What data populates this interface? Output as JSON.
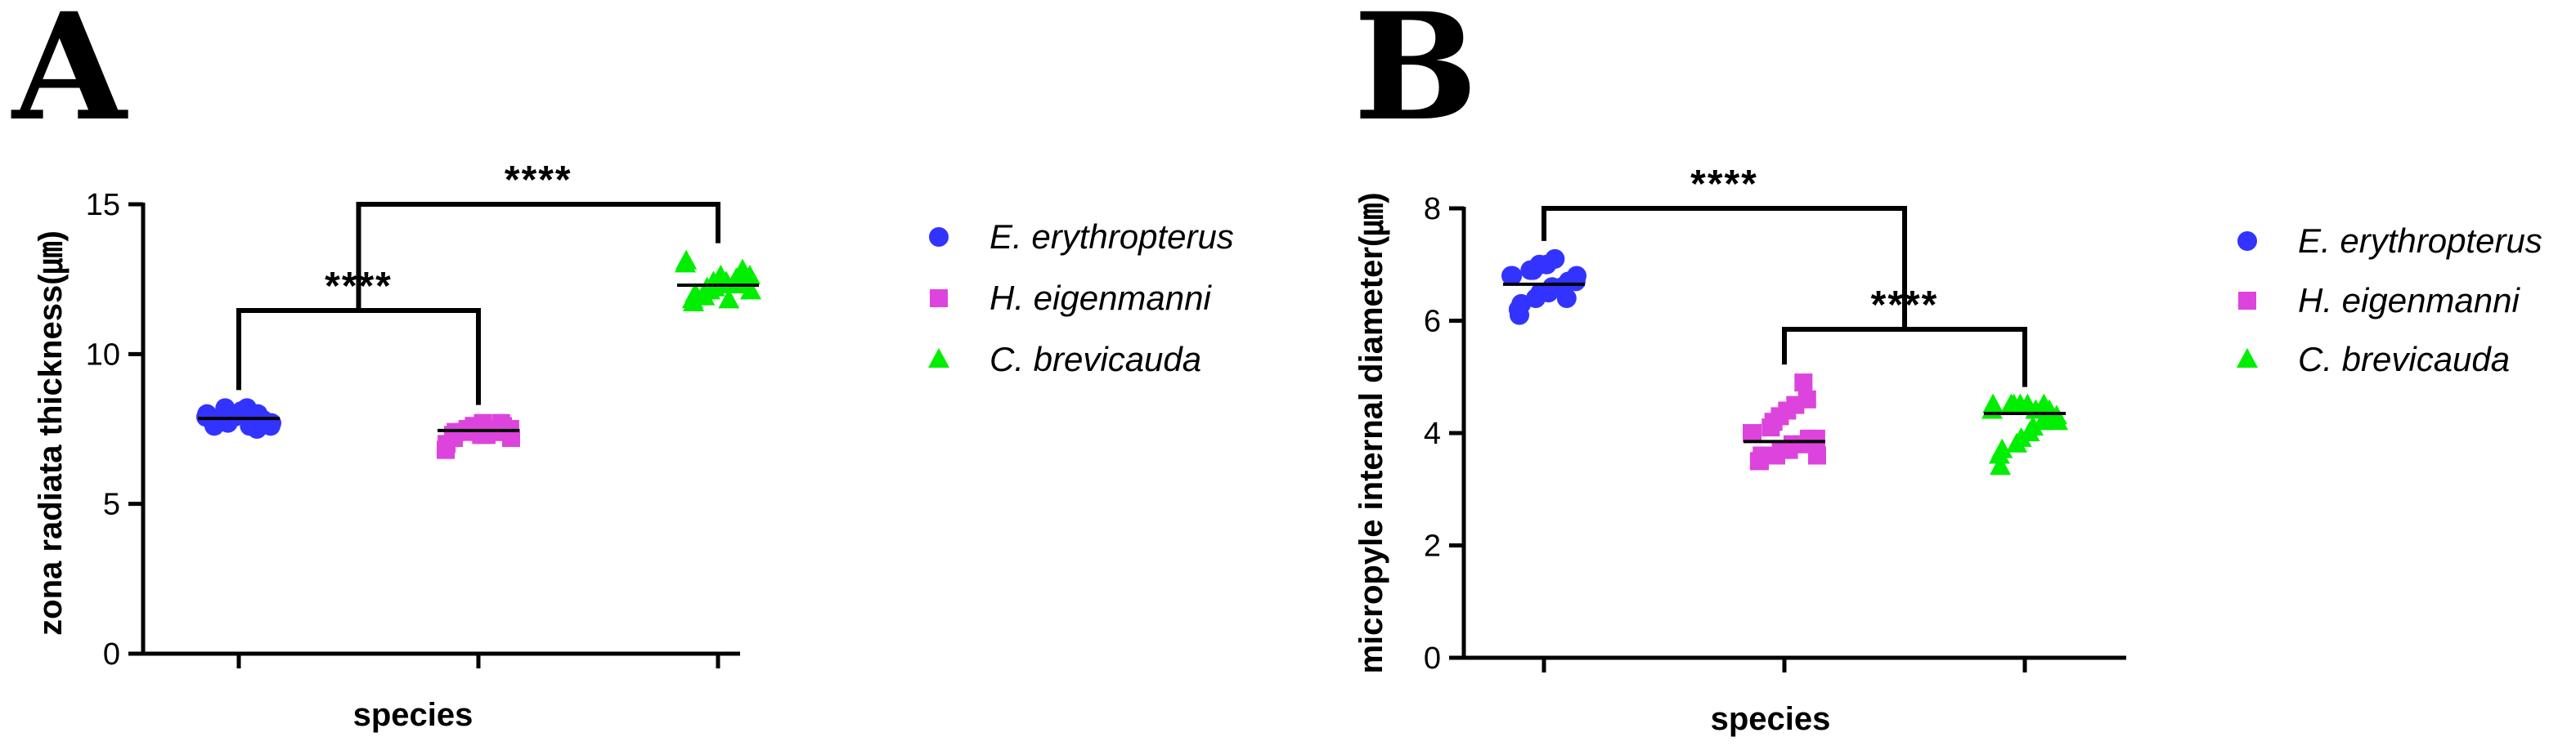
{
  "chart_data": [
    {
      "type": "scatter",
      "panel": "A",
      "ylabel": "zona radiata thickness(㎛)",
      "xlabel": "species",
      "ylim": [
        0,
        15
      ],
      "yticks": [
        0,
        5,
        10,
        15
      ],
      "grid": false,
      "legend": "right",
      "categories": [
        "E. erythropterus",
        "H. eigenmanni",
        "C. brevicauda"
      ],
      "series": [
        {
          "name": "E. erythropterus",
          "marker": "circle",
          "color": "#3333ff",
          "mean": 7.85,
          "values": [
            7.6,
            7.7,
            7.8,
            7.9,
            8.0,
            8.1,
            8.2,
            7.5,
            7.6,
            7.8,
            7.9,
            8.0,
            8.2,
            7.7,
            7.9,
            8.1,
            7.6,
            7.8,
            8.0,
            7.7
          ]
        },
        {
          "name": "H. eigenmanni",
          "marker": "square",
          "color": "#dd44dd",
          "mean": 7.45,
          "values": [
            7.2,
            7.3,
            7.4,
            7.5,
            7.6,
            7.7,
            7.3,
            7.4,
            7.5,
            7.6,
            6.8,
            7.0,
            7.4,
            7.5,
            7.6,
            7.3,
            7.5,
            7.7,
            7.4,
            7.2
          ]
        },
        {
          "name": "C. brevicauda",
          "marker": "triangle",
          "color": "#00ee00",
          "mean": 12.3,
          "values": [
            11.7,
            11.8,
            12.0,
            12.1,
            12.2,
            12.3,
            12.4,
            12.5,
            12.6,
            12.8,
            13.0,
            13.1,
            11.9,
            12.2,
            12.4,
            12.6,
            11.8,
            12.3,
            12.5,
            12.1
          ]
        }
      ],
      "significance": [
        {
          "from": 0,
          "to": 1,
          "label": "****"
        },
        {
          "from": "0-1",
          "to": 2,
          "label": "****"
        }
      ]
    },
    {
      "type": "scatter",
      "panel": "B",
      "ylabel": "micropyle internal diameter(㎛)",
      "xlabel": "species",
      "ylim": [
        0,
        8
      ],
      "yticks": [
        0,
        2,
        4,
        6,
        8
      ],
      "grid": false,
      "legend": "right",
      "categories": [
        "E. erythropterus",
        "H. eigenmanni",
        "C. brevicauda"
      ],
      "series": [
        {
          "name": "E. erythropterus",
          "marker": "circle",
          "color": "#3333ff",
          "mean": 6.65,
          "values": [
            6.1,
            6.2,
            6.3,
            6.4,
            6.5,
            6.5,
            6.6,
            6.6,
            6.7,
            6.7,
            6.8,
            6.8,
            6.9,
            6.9,
            7.0,
            7.0,
            7.1,
            6.4,
            6.6,
            6.8
          ]
        },
        {
          "name": "H. eigenmanni",
          "marker": "square",
          "color": "#dd44dd",
          "mean": 3.85,
          "values": [
            3.5,
            3.5,
            3.6,
            3.6,
            3.7,
            3.7,
            3.8,
            3.8,
            3.9,
            3.9,
            4.0,
            4.0,
            4.1,
            4.2,
            4.3,
            4.4,
            4.5,
            4.6,
            4.9,
            3.6
          ]
        },
        {
          "name": "C. brevicauda",
          "marker": "triangle",
          "color": "#00ee00",
          "mean": 4.35,
          "values": [
            3.4,
            3.6,
            3.7,
            3.8,
            3.9,
            4.0,
            4.1,
            4.2,
            4.3,
            4.4,
            4.4,
            4.5,
            4.5,
            4.5,
            4.5,
            4.5,
            4.4,
            4.3,
            4.5,
            4.2
          ]
        }
      ],
      "significance": [
        {
          "from": 1,
          "to": 2,
          "label": "****"
        },
        {
          "from": 0,
          "to": "1-2",
          "label": "****"
        }
      ]
    }
  ]
}
